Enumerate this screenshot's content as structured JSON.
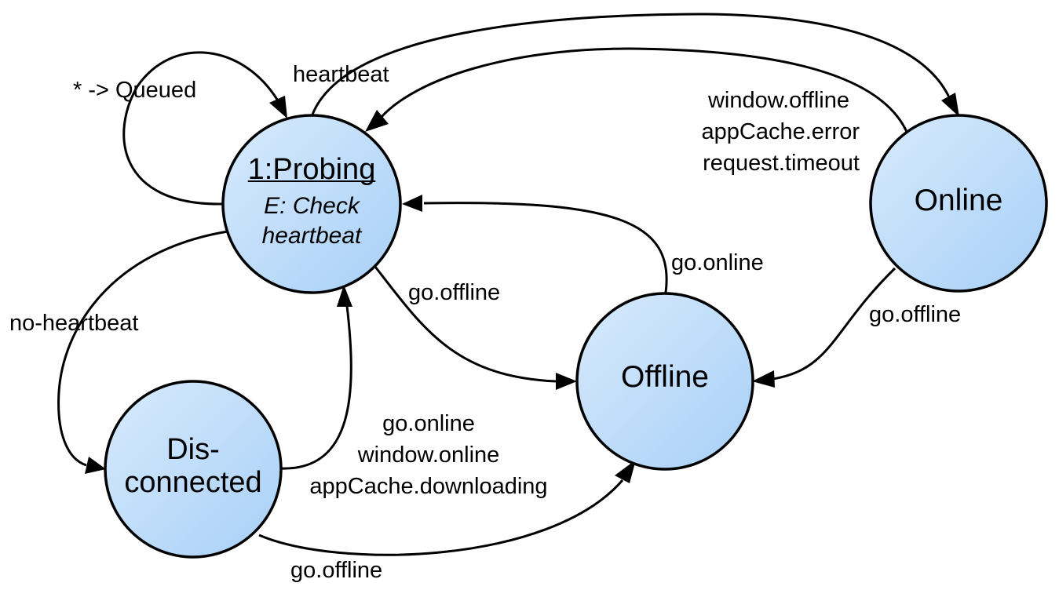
{
  "states": {
    "probing": {
      "title": "1:Probing",
      "entry_line1": "E: Check",
      "entry_line2": "heartbeat"
    },
    "online": {
      "title": "Online"
    },
    "offline": {
      "title": "Offline"
    },
    "disconnected": {
      "title_line1": "Dis-",
      "title_line2": "connected"
    }
  },
  "transitions": {
    "probing_self": "* -> Queued",
    "probing_to_online": "heartbeat",
    "online_to_probing": [
      "window.offline",
      "appCache.error",
      "request.timeout"
    ],
    "offline_to_probing": "go.online",
    "probing_to_offline": "go.offline",
    "online_to_offline": "go.offline",
    "probing_to_disconnected": "no-heartbeat",
    "disconnected_to_probing": [
      "go.online",
      "window.online",
      "appCache.downloading"
    ],
    "disconnected_to_offline": "go.offline"
  },
  "colors": {
    "state_fill_light": "#d8eafc",
    "state_fill_dark": "#a7d0f7",
    "stroke": "#000000"
  }
}
